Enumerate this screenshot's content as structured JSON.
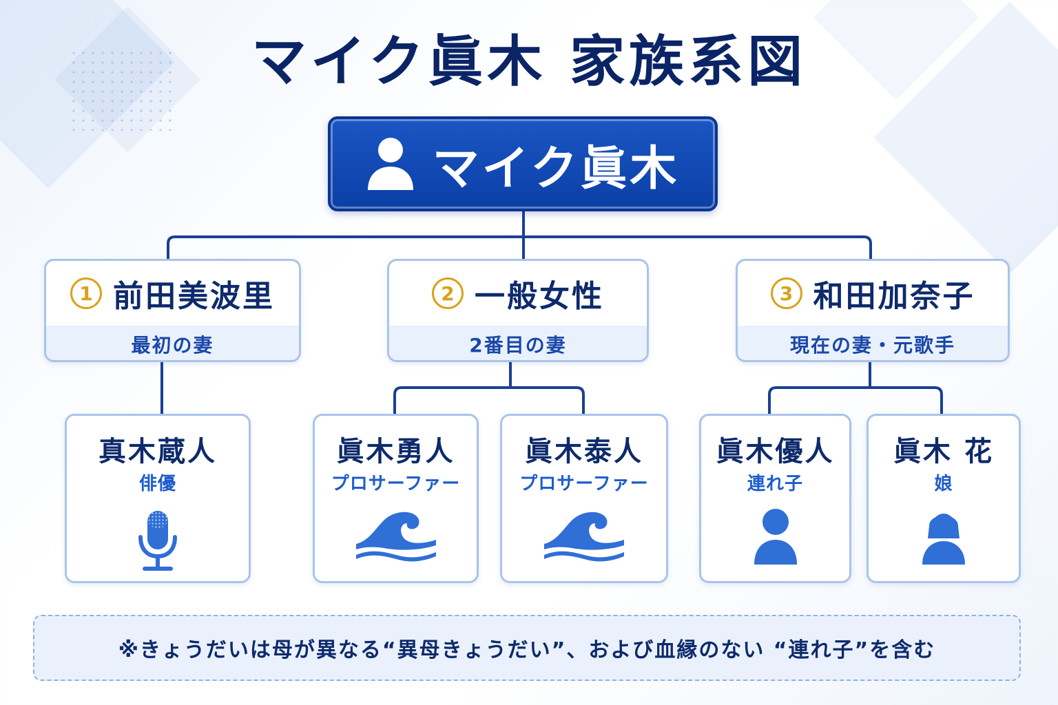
{
  "title": "マイク眞木 家族系図",
  "root": {
    "name": "マイク眞木",
    "icon": "person-icon"
  },
  "spouses": [
    {
      "number": "1",
      "name": "前田美波里",
      "role": "最初の妻"
    },
    {
      "number": "2",
      "name": "一般女性",
      "role": "2番目の妻"
    },
    {
      "number": "3",
      "name": "和田加奈子",
      "role": "現在の妻・元歌手"
    }
  ],
  "children": [
    {
      "name": "真木蔵人",
      "role": "俳優",
      "icon": "microphone-icon"
    },
    {
      "name": "眞木勇人",
      "role": "プロサーファー",
      "icon": "wave-icon"
    },
    {
      "name": "眞木泰人",
      "role": "プロサーファー",
      "icon": "wave-icon"
    },
    {
      "name": "眞木優人",
      "role": "連れ子",
      "icon": "person-icon"
    },
    {
      "name": "眞木 花",
      "role": "娘",
      "icon": "female-person-icon"
    }
  ],
  "note": "※きょうだいは母が異なる“異母きょうだい”、および血縁のない “連れ子”を含む",
  "colors": {
    "navy": "#0b2466",
    "root_blue": "#0b3fa6",
    "line": "#1a3f94",
    "accent_gold": "#d9a21b",
    "icon_blue": "#2f6fd6"
  }
}
